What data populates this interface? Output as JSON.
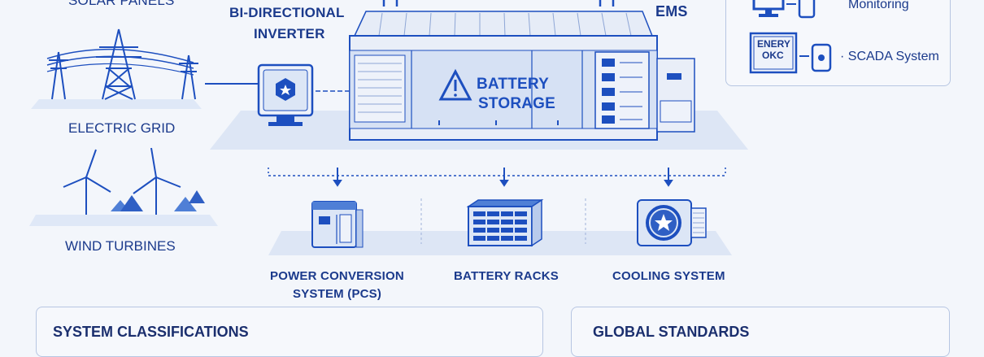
{
  "labels": {
    "solar_panels": "SOLAR PANELS",
    "electric_grid": "ELECTRIC GRID",
    "wind_turbines": "WIND TURBINES",
    "inverter_line1": "BI-DIRECTIONAL",
    "inverter_line2": "INVERTER",
    "ems": "EMS",
    "battery_line1": "BATTERY",
    "battery_line2": "STORAGE",
    "pcs_line1": "POWER CONVERSION",
    "pcs_line2": "SYSTEM (PCS)",
    "battery_racks": "BATTERY RACKS",
    "cooling_system": "COOLING SYSTEM"
  },
  "monitoring_panel": {
    "item1": "Monitoring",
    "item2": "SCADA System",
    "screen_text_line1": "ENERY",
    "screen_text_line2": "OKC"
  },
  "bottom_panels": {
    "classifications_title": "SYSTEM CLASSIFICATIONS",
    "standards_title": "GLOBAL STANDARDS"
  },
  "colors": {
    "primary": "#1d4fbf",
    "light_fill": "#dce6f6",
    "background": "#f3f6fb"
  }
}
